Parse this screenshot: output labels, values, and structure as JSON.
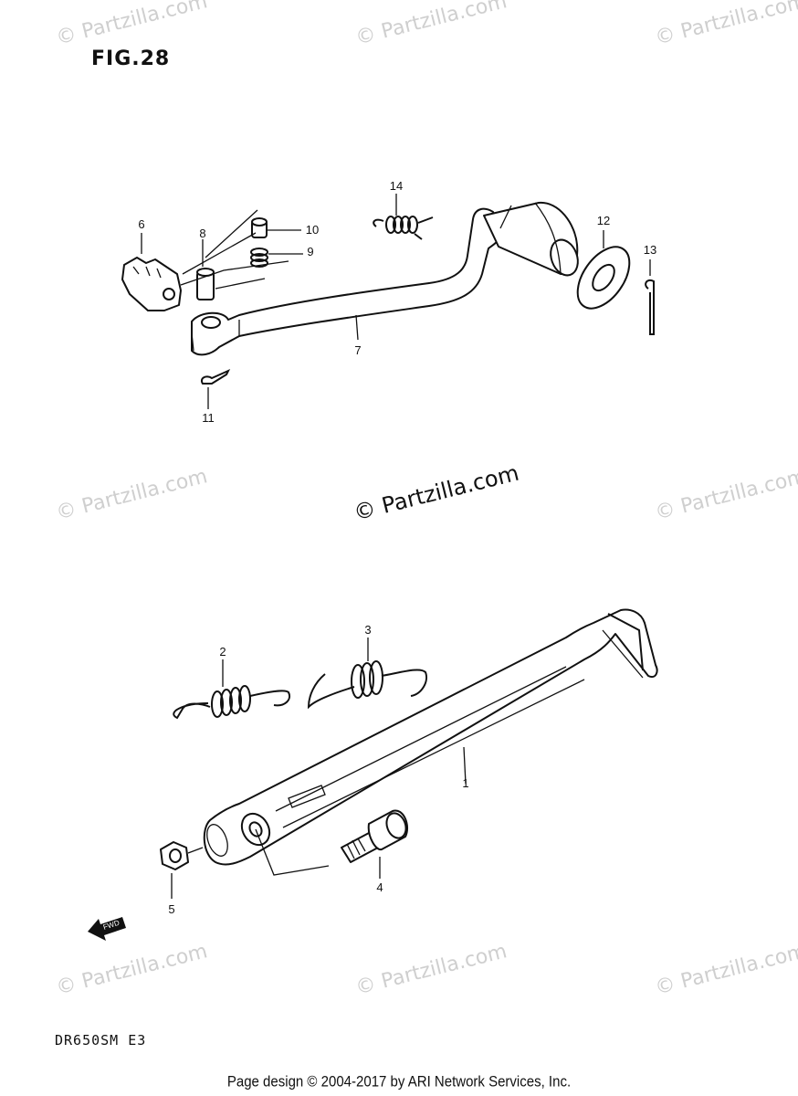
{
  "figure_title": "FIG.28",
  "model_code": "DR650SM  E3",
  "footer_text": "Page design © 2004-2017 by ARI Network Services, Inc.",
  "watermark_text": "© Partzilla.com",
  "center_watermark_text": "© Partzilla.com",
  "callouts": [
    "1",
    "2",
    "3",
    "4",
    "5",
    "6",
    "7",
    "8",
    "9",
    "10",
    "11",
    "12",
    "13",
    "14"
  ],
  "icons": {
    "forward_arrow": "fwd-arrow-icon",
    "forward_arrow_label": "FWD"
  }
}
